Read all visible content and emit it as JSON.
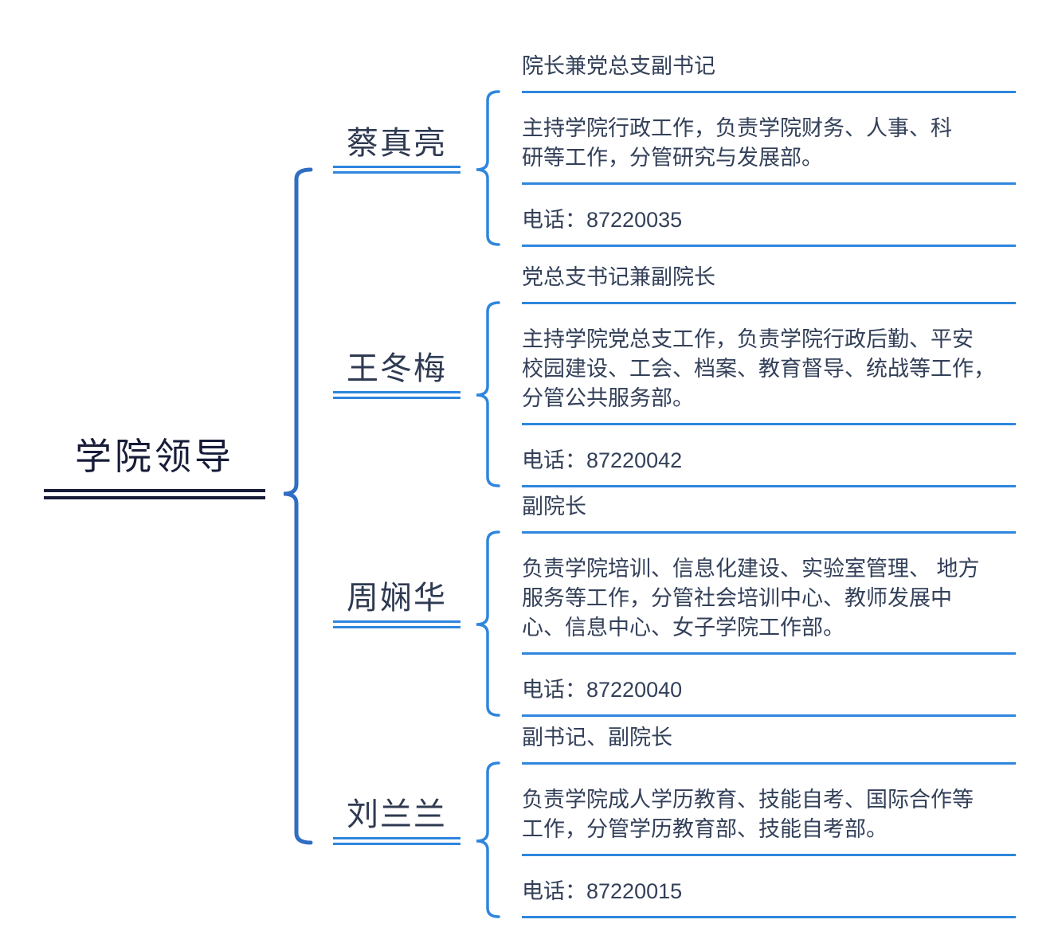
{
  "root": {
    "label": "学院领导"
  },
  "colors": {
    "accent_blue": "#2E86DE",
    "bracket_blue": "#2F6EC2",
    "root_dark": "#171C38",
    "text_dark": "#334059"
  },
  "members": [
    {
      "name": "蔡真亮",
      "title": "院长兼党总支副书记",
      "duty": "主持学院行政工作，负责学院财务、人事、科\n研等工作，分管研究与发展部。",
      "phone": "电话：87220035"
    },
    {
      "name": "王冬梅",
      "title": "党总支书记兼副院长",
      "duty": "主持学院党总支工作，负责学院行政后勤、平安\n校园建设、工会、档案、教育督导、统战等工作，\n分管公共服务部。",
      "phone": "电话：87220042"
    },
    {
      "name": "周娴华",
      "title": "副院长",
      "duty": "负责学院培训、信息化建设、实验室管理、 地方\n服务等工作，分管社会培训中心、教师发展中\n心、信息中心、女子学院工作部。",
      "phone": "电话：87220040"
    },
    {
      "name": "刘兰兰",
      "title": "副书记、副院长",
      "duty": "负责学院成人学历教育、技能自考、国际合作等\n工作，分管学历教育部、技能自考部。",
      "phone": "电话：87220015"
    }
  ]
}
